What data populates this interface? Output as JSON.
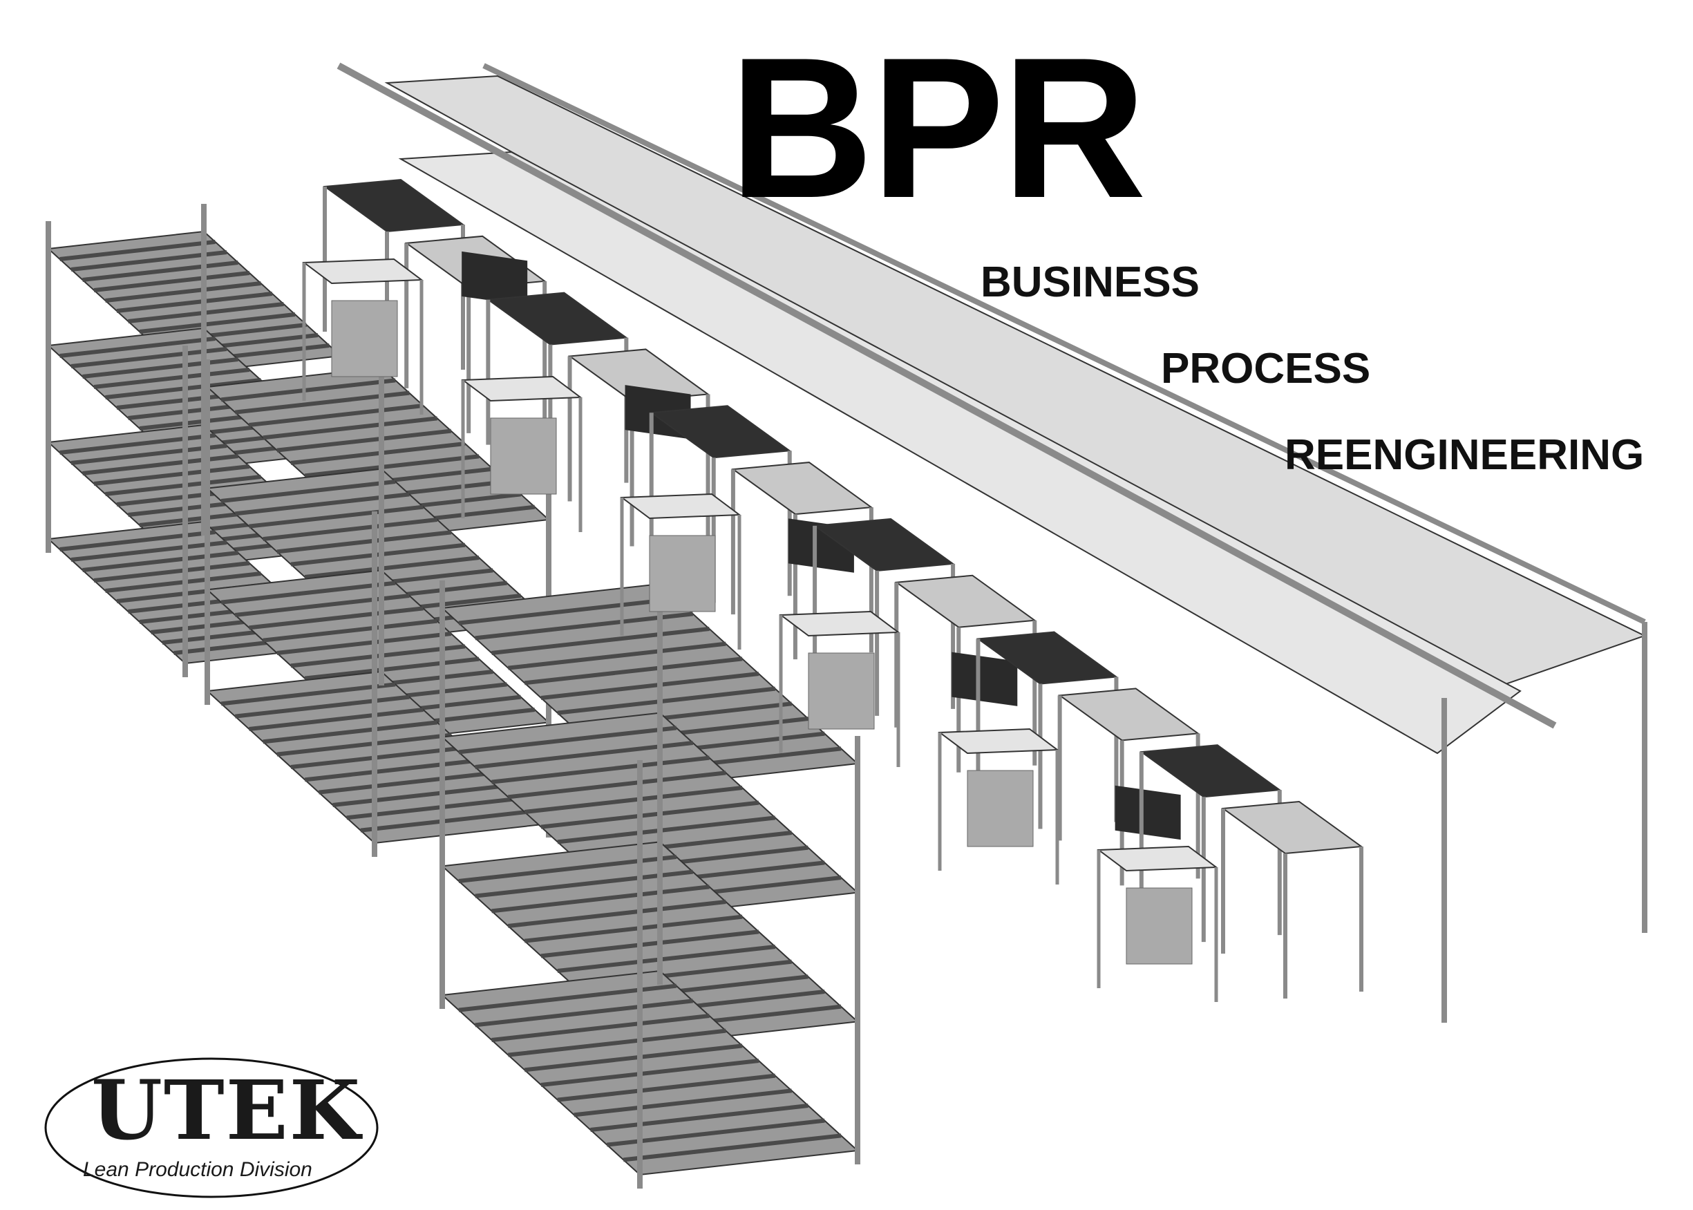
{
  "heading": {
    "title": "BPR",
    "words": [
      "BUSINESS",
      "PROCESS",
      "REENGINEERING"
    ]
  },
  "logo": {
    "brand": "UTEK",
    "tagline": "Lean Production Division"
  },
  "colors": {
    "text": "#000000",
    "frame": "#8a8a8a",
    "panel": "#dcdcdc",
    "roller": "#4a4a4a",
    "monitor": "#2a2a2a"
  }
}
